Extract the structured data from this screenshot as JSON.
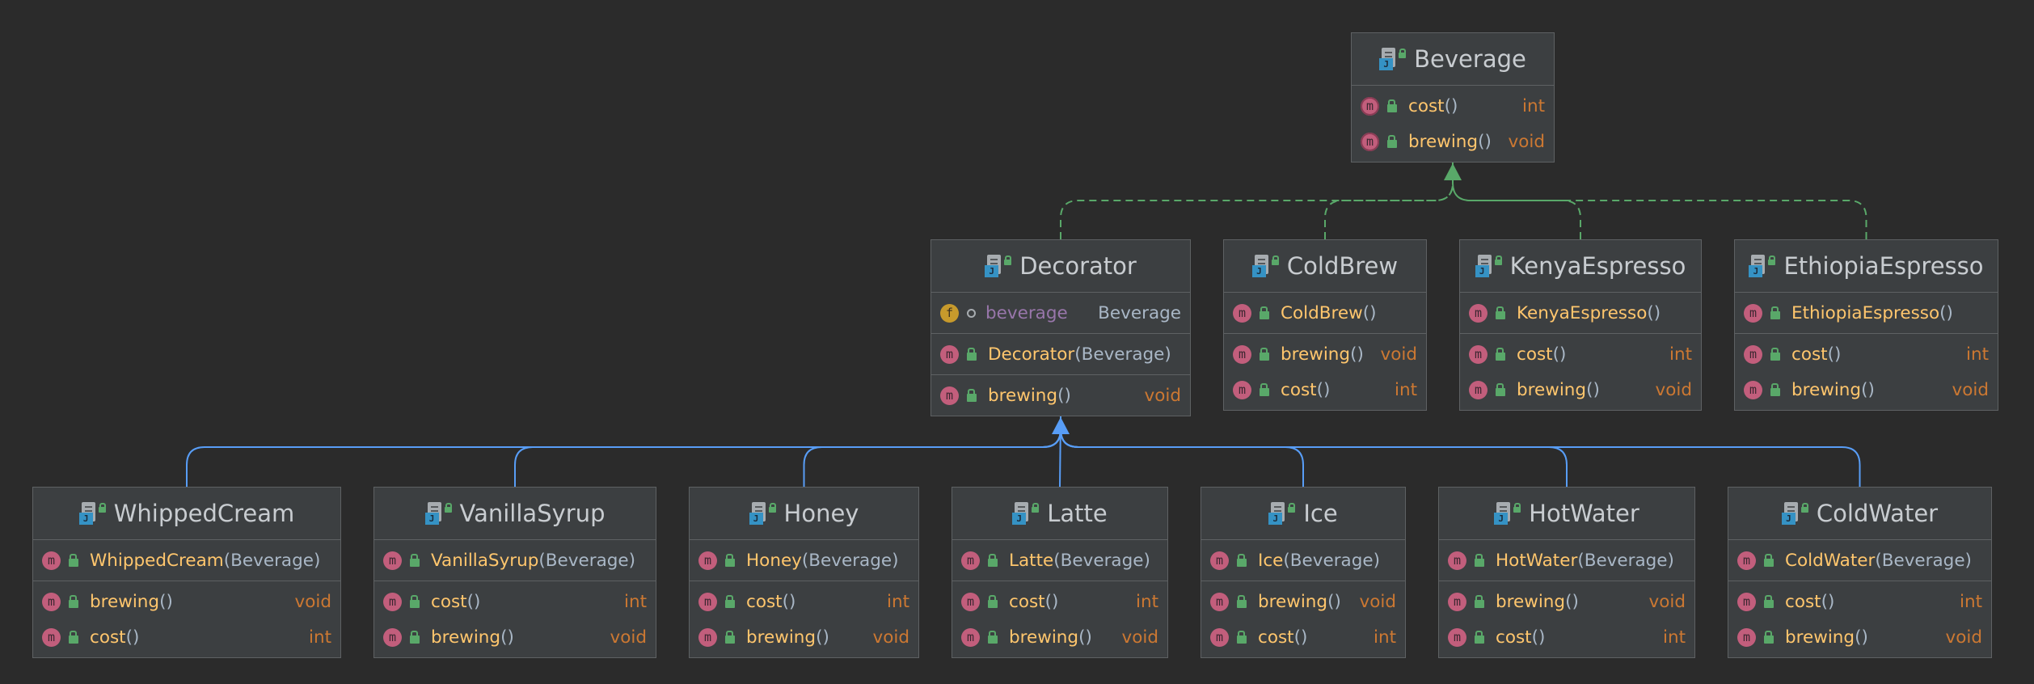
{
  "colors": {
    "background": "#2b2b2b",
    "node_fill": "#3c3f41",
    "implements_edge": "#59a869",
    "extends_edge": "#589df6",
    "method_name": "#ffc66d",
    "field_name": "#9876aa",
    "return_type": "#cc7832"
  },
  "icons": {
    "class": "java-class-icon",
    "public": "public-lock-icon",
    "package_private": "package-private-icon",
    "method": "method-icon",
    "field": "field-icon"
  },
  "nodes": {
    "beverage": {
      "title": "Beverage",
      "sections": [
        [
          {
            "kind": "method",
            "abstract": true,
            "name": "cost",
            "params": "()",
            "type": "int"
          },
          {
            "kind": "method",
            "abstract": true,
            "name": "brewing",
            "params": "()",
            "type": "void"
          }
        ]
      ]
    },
    "decorator": {
      "title": "Decorator",
      "sections": [
        [
          {
            "kind": "field",
            "visibility": "package",
            "name": "beverage",
            "type": "Beverage"
          }
        ],
        [
          {
            "kind": "method",
            "name": "Decorator",
            "params": "(Beverage)",
            "type": ""
          }
        ],
        [
          {
            "kind": "method",
            "name": "brewing",
            "params": "()",
            "type": "void"
          }
        ]
      ]
    },
    "coldbrew": {
      "title": "ColdBrew",
      "sections": [
        [
          {
            "kind": "method",
            "name": "ColdBrew",
            "params": "()",
            "type": ""
          }
        ],
        [
          {
            "kind": "method",
            "name": "brewing",
            "params": "()",
            "type": "void"
          },
          {
            "kind": "method",
            "name": "cost",
            "params": "()",
            "type": "int"
          }
        ]
      ]
    },
    "kenya": {
      "title": "KenyaEspresso",
      "sections": [
        [
          {
            "kind": "method",
            "name": "KenyaEspresso",
            "params": "()",
            "type": ""
          }
        ],
        [
          {
            "kind": "method",
            "name": "cost",
            "params": "()",
            "type": "int"
          },
          {
            "kind": "method",
            "name": "brewing",
            "params": "()",
            "type": "void"
          }
        ]
      ]
    },
    "ethiopia": {
      "title": "EthiopiaEspresso",
      "sections": [
        [
          {
            "kind": "method",
            "name": "EthiopiaEspresso",
            "params": "()",
            "type": ""
          }
        ],
        [
          {
            "kind": "method",
            "name": "cost",
            "params": "()",
            "type": "int"
          },
          {
            "kind": "method",
            "name": "brewing",
            "params": "()",
            "type": "void"
          }
        ]
      ]
    },
    "whipped": {
      "title": "WhippedCream",
      "sections": [
        [
          {
            "kind": "method",
            "name": "WhippedCream",
            "params": "(Beverage)",
            "type": ""
          }
        ],
        [
          {
            "kind": "method",
            "name": "brewing",
            "params": "()",
            "type": "void"
          },
          {
            "kind": "method",
            "name": "cost",
            "params": "()",
            "type": "int"
          }
        ]
      ]
    },
    "vanilla": {
      "title": "VanillaSyrup",
      "sections": [
        [
          {
            "kind": "method",
            "name": "VanillaSyrup",
            "params": "(Beverage)",
            "type": ""
          }
        ],
        [
          {
            "kind": "method",
            "name": "cost",
            "params": "()",
            "type": "int"
          },
          {
            "kind": "method",
            "name": "brewing",
            "params": "()",
            "type": "void"
          }
        ]
      ]
    },
    "honey": {
      "title": "Honey",
      "sections": [
        [
          {
            "kind": "method",
            "name": "Honey",
            "params": "(Beverage)",
            "type": ""
          }
        ],
        [
          {
            "kind": "method",
            "name": "cost",
            "params": "()",
            "type": "int"
          },
          {
            "kind": "method",
            "name": "brewing",
            "params": "()",
            "type": "void"
          }
        ]
      ]
    },
    "latte": {
      "title": "Latte",
      "sections": [
        [
          {
            "kind": "method",
            "name": "Latte",
            "params": "(Beverage)",
            "type": ""
          }
        ],
        [
          {
            "kind": "method",
            "name": "cost",
            "params": "()",
            "type": "int"
          },
          {
            "kind": "method",
            "name": "brewing",
            "params": "()",
            "type": "void"
          }
        ]
      ]
    },
    "ice": {
      "title": "Ice",
      "sections": [
        [
          {
            "kind": "method",
            "name": "Ice",
            "params": "(Beverage)",
            "type": ""
          }
        ],
        [
          {
            "kind": "method",
            "name": "brewing",
            "params": "()",
            "type": "void"
          },
          {
            "kind": "method",
            "name": "cost",
            "params": "()",
            "type": "int"
          }
        ]
      ]
    },
    "hotwater": {
      "title": "HotWater",
      "sections": [
        [
          {
            "kind": "method",
            "name": "HotWater",
            "params": "(Beverage)",
            "type": ""
          }
        ],
        [
          {
            "kind": "method",
            "name": "brewing",
            "params": "()",
            "type": "void"
          },
          {
            "kind": "method",
            "name": "cost",
            "params": "()",
            "type": "int"
          }
        ]
      ]
    },
    "coldwater": {
      "title": "ColdWater",
      "sections": [
        [
          {
            "kind": "method",
            "name": "ColdWater",
            "params": "(Beverage)",
            "type": ""
          }
        ],
        [
          {
            "kind": "method",
            "name": "cost",
            "params": "()",
            "type": "int"
          },
          {
            "kind": "method",
            "name": "brewing",
            "params": "()",
            "type": "void"
          }
        ]
      ]
    }
  },
  "edges": [
    {
      "from": "decorator",
      "to": "beverage",
      "relation": "implements"
    },
    {
      "from": "coldbrew",
      "to": "beverage",
      "relation": "implements"
    },
    {
      "from": "kenya",
      "to": "beverage",
      "relation": "implements"
    },
    {
      "from": "ethiopia",
      "to": "beverage",
      "relation": "implements"
    },
    {
      "from": "whipped",
      "to": "decorator",
      "relation": "extends"
    },
    {
      "from": "vanilla",
      "to": "decorator",
      "relation": "extends"
    },
    {
      "from": "honey",
      "to": "decorator",
      "relation": "extends"
    },
    {
      "from": "latte",
      "to": "decorator",
      "relation": "extends"
    },
    {
      "from": "ice",
      "to": "decorator",
      "relation": "extends"
    },
    {
      "from": "hotwater",
      "to": "decorator",
      "relation": "extends"
    },
    {
      "from": "coldwater",
      "to": "decorator",
      "relation": "extends"
    }
  ]
}
